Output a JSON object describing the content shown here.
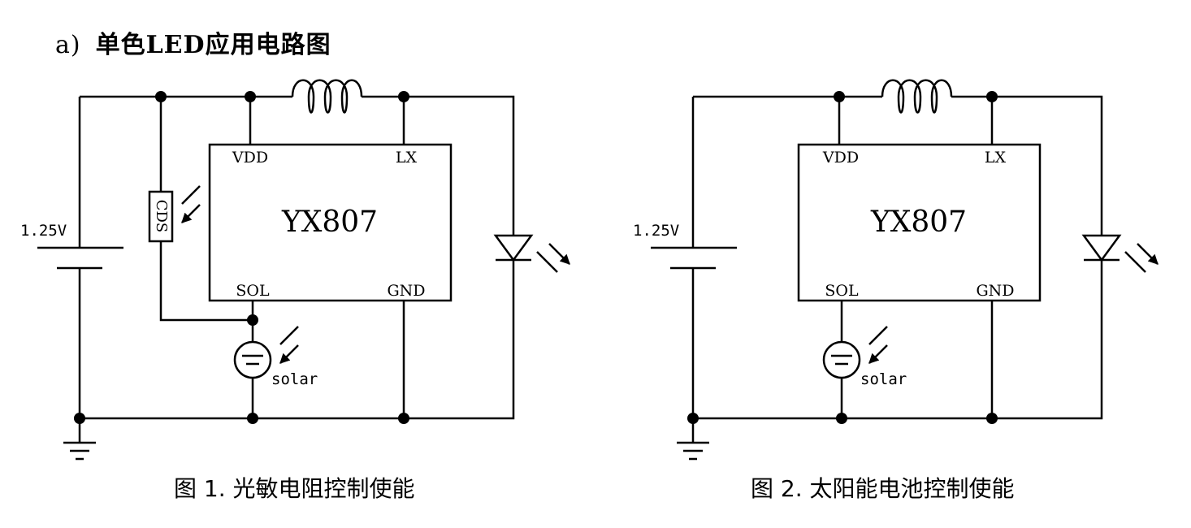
{
  "heading": {
    "label": "a)",
    "title": "单色LED应用电路图"
  },
  "circuit1": {
    "chip": "YX807",
    "pins": {
      "vdd": "VDD",
      "lx": "LX",
      "sol": "SOL",
      "gnd": "GND"
    },
    "battery": "1.25V",
    "sensor": "CDS",
    "solar": "solar",
    "caption": "图 1. 光敏电阻控制使能"
  },
  "circuit2": {
    "chip": "YX807",
    "pins": {
      "vdd": "VDD",
      "lx": "LX",
      "sol": "SOL",
      "gnd": "GND"
    },
    "battery": "1.25V",
    "solar": "solar",
    "caption": "图 2. 太阳能电池控制使能"
  }
}
